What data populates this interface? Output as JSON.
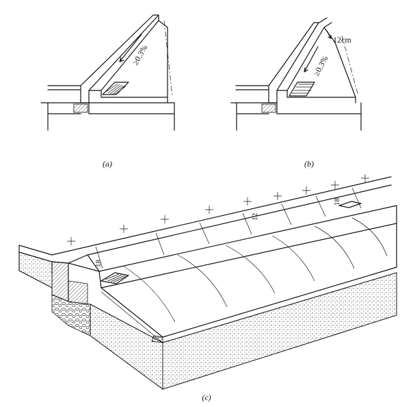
{
  "panel_a": {
    "caption": "(a)",
    "slope_label": "≥0.3%"
  },
  "panel_b": {
    "caption": "(b)",
    "slope_label": "≥0.3%",
    "width_label": "12cm"
  },
  "panel_c": {
    "caption": "(c)",
    "curb_height_1": "18",
    "curb_height_2": "12",
    "curb_height_3": "18"
  }
}
